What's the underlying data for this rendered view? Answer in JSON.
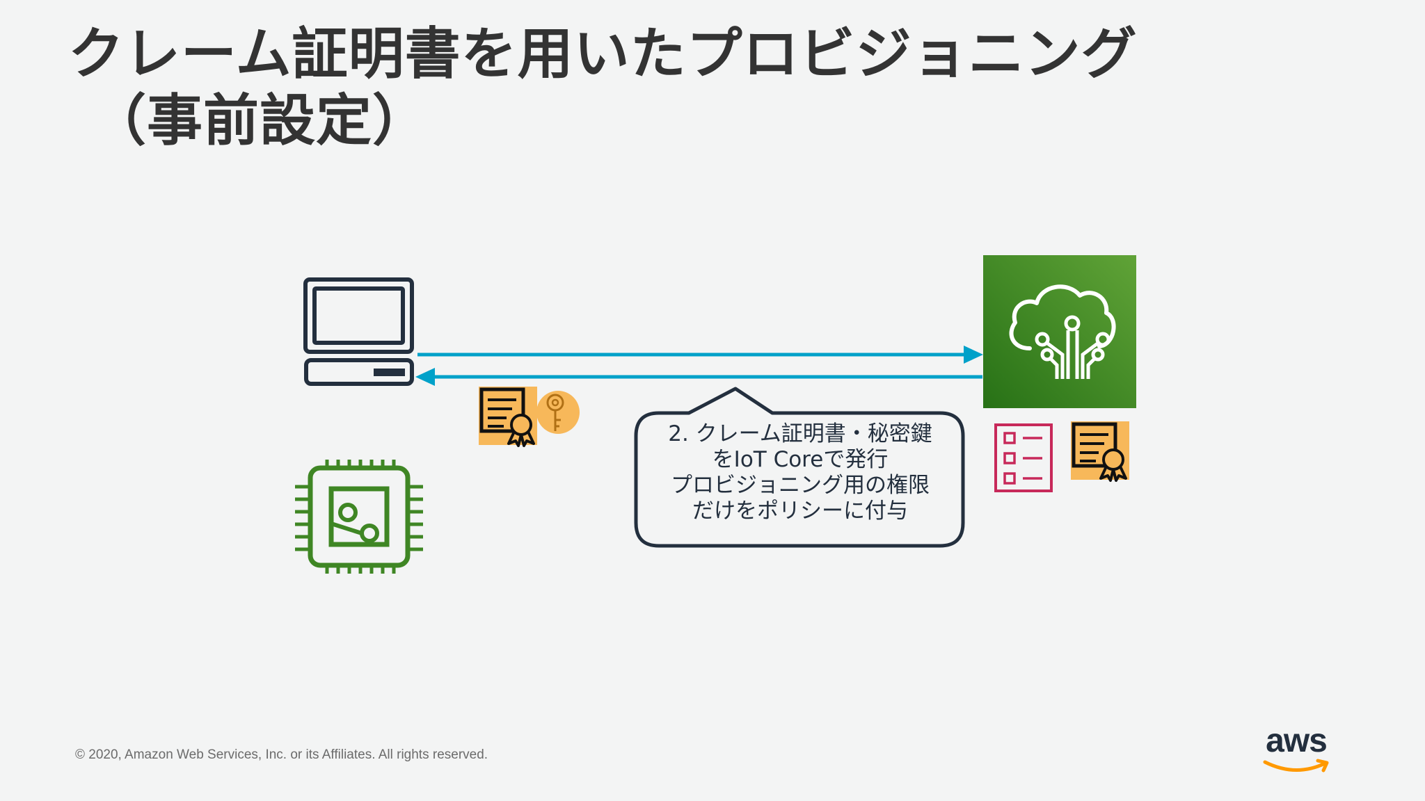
{
  "slide": {
    "title_line1": "クレーム証明書を用いたプロビジョニング",
    "title_line2": "（事前設定）"
  },
  "callout": {
    "lines": [
      "2. クレーム証明書・秘密鍵",
      "をIoT Coreで発行",
      "プロビジョニング用の権限",
      "だけをポリシーに付与"
    ]
  },
  "icons": {
    "laptop": "laptop-icon",
    "chip": "chip-icon",
    "iot_core": "iot-core-cloud-icon",
    "certificate_laptop": "certificate-icon",
    "key": "private-key-icon",
    "policy": "policy-list-icon",
    "certificate_cloud": "certificate-icon"
  },
  "colors": {
    "arrow": "#00a1c9",
    "iot_green_top": "#60a337",
    "iot_green_bottom": "#277116",
    "chip_green": "#3f8624",
    "certificate_orange": "#f7b85a",
    "policy_pink": "#c7295a",
    "laptop_navy": "#232f3e"
  },
  "footer": {
    "copyright": "© 2020, Amazon Web Services, Inc. or its Affiliates. All rights reserved.",
    "logo_text": "aws"
  }
}
